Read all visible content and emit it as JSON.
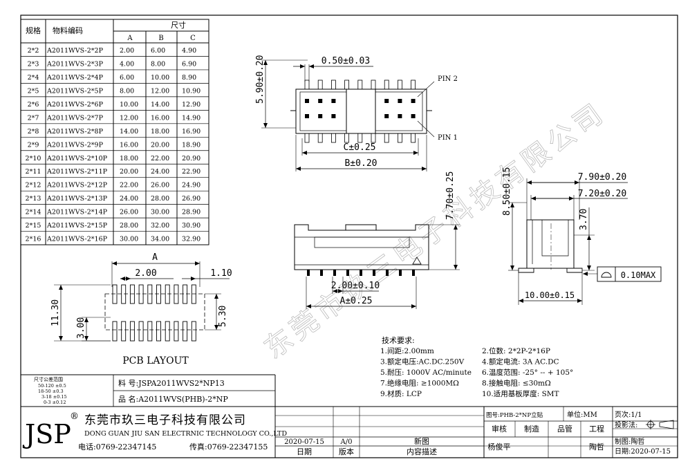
{
  "spec_table": {
    "headers": {
      "spec": "规格",
      "part": "物料编码",
      "dims": "尺寸",
      "a": "A",
      "b": "B",
      "c": "C"
    },
    "rows": [
      [
        "2*2",
        "A2011WVS-2*2P",
        "2.00",
        "6.00",
        "4.90"
      ],
      [
        "2*3",
        "A2011WVS-2*3P",
        "4.00",
        "8.00",
        "6.90"
      ],
      [
        "2*4",
        "A2011WVS-2*4P",
        "6.00",
        "10.00",
        "8.90"
      ],
      [
        "2*5",
        "A2011WVS-2*5P",
        "8.00",
        "12.00",
        "10.90"
      ],
      [
        "2*6",
        "A2011WVS-2*6P",
        "10.00",
        "14.00",
        "12.90"
      ],
      [
        "2*7",
        "A2011WVS-2*7P",
        "12.00",
        "16.00",
        "14.90"
      ],
      [
        "2*8",
        "A2011WVS-2*8P",
        "14.00",
        "18.00",
        "16.90"
      ],
      [
        "2*9",
        "A2011WVS-2*9P",
        "16.00",
        "20.00",
        "18.90"
      ],
      [
        "2*10",
        "A2011WVS-2*10P",
        "18.00",
        "22.00",
        "20.90"
      ],
      [
        "2*11",
        "A2011WVS-2*11P",
        "20.00",
        "24.00",
        "22.90"
      ],
      [
        "2*12",
        "A2011WVS-2*12P",
        "22.00",
        "26.00",
        "24.90"
      ],
      [
        "2*13",
        "A2011WVS-2*13P",
        "24.00",
        "28.00",
        "26.90"
      ],
      [
        "2*14",
        "A2011WVS-2*14P",
        "26.00",
        "30.00",
        "28.90"
      ],
      [
        "2*15",
        "A2011WVS-2*15P",
        "28.00",
        "32.00",
        "30.90"
      ],
      [
        "2*16",
        "A2011WVS-2*16P",
        "30.00",
        "34.00",
        "32.90"
      ]
    ]
  },
  "dims": {
    "top_height": "5.90±0.20",
    "top_pin_width": "0.50±0.03",
    "pin2": "PIN 2",
    "pin1": "PIN 1",
    "c_dim": "C±0.25",
    "b_dim": "B±0.20",
    "front_height": "7.70±0.25",
    "front_pitch": "2.00±0.10",
    "front_a": "A±0.25",
    "side_height": "8.50±0.15",
    "side_w1": "7.90±0.20",
    "side_w2": "7.20±0.20",
    "side_h2": "3.70",
    "side_base": "10.00±0.15",
    "flatness": "0.10MAX",
    "pcb_a": "A",
    "pcb_pitch": "2.00",
    "pcb_pad": "1.10",
    "pcb_h1": "11.30",
    "pcb_h2": "3.00",
    "pcb_h3": "5.30",
    "pcb_title": "PCB LAYOUT"
  },
  "tech": {
    "title": "技术要求:",
    "items": [
      "1.间距:2.00mm",
      "2.位数: 2*2P-2*16P",
      "3.额定电压:AC.DC.250V",
      "4.额定电流: 3A AC.DC",
      "5.耐压: 1000V AC/minute",
      "6.温度范围: -25°  --  + 105°",
      "7.绝缘电阻: ≥1000MΩ",
      "8.接触电阻: ≤30mΩ",
      "9.材质: LCP",
      "10.适用基板厚度: SMT"
    ]
  },
  "watermark": "东莞市玖三电子科技有限公司",
  "title_block": {
    "tolerance": {
      "title": "尺寸公差范围",
      "rows": [
        "50-120  ±0.5",
        "18-50   ±0.3",
        "3-18   ±0.15",
        "0-3   ±0.12"
      ]
    },
    "material_no": "料  号:JSPA2011WVS2*NP13",
    "product": "品  名:A2011WVS(PHB)-2*NP",
    "logo": "JSP",
    "reg": "®",
    "company_cn": "东莞市玖三电子科技有限公司",
    "company_en": "DONG GUAN JIU SAN ELECTRNIC TECHNOLOGY CO.,LTD",
    "tel": "电话:0769-22347145",
    "fax": "传真:0769-22347155",
    "rev_date": "2020-07-15",
    "rev_ver": "A/0",
    "rev_desc": "新图",
    "col_date": "日期",
    "col_ver": "版本",
    "col_desc": "内容描述",
    "drawing_no": "图号:PHB-2*NP立贴",
    "unit": "单位:MM",
    "page": "页次:1/1",
    "review": "审核",
    "mfg": "制造",
    "quality": "品管",
    "eng": "工程",
    "projection": "投影法:",
    "reviewer": "杨俊平",
    "drafter_label": "陶哲",
    "drafter": "制图:陶哲",
    "date": "日期:2020-07-15"
  }
}
